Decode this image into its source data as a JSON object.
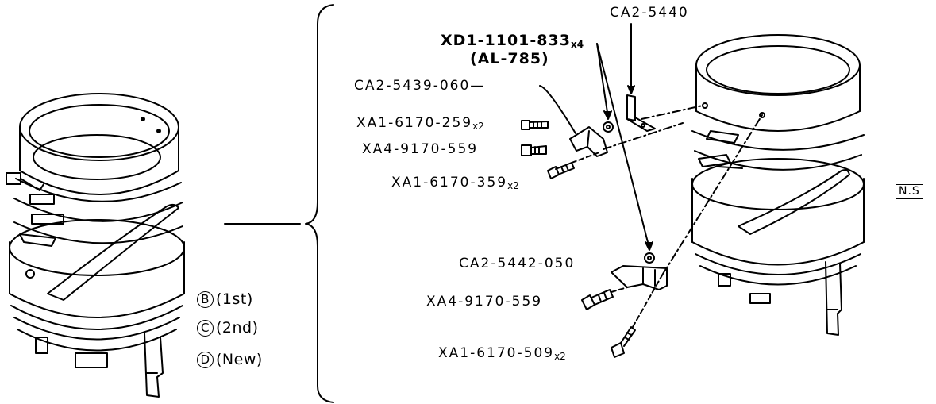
{
  "parts": {
    "part1": "CA2-5440",
    "part2_main": "XD1-1101-833",
    "part2_qty": "x4",
    "part2_sub": "(AL-785)",
    "part3": "CA2-5439-060",
    "part4_main": "XA1-6170-259",
    "part4_qty": "x2",
    "part5": "XA4-9170-559",
    "part6_main": "XA1-6170-359",
    "part6_qty": "x2",
    "part7": "CA2-5442-050",
    "part8": "XA4-9170-559",
    "part9_main": "XA1-6170-509",
    "part9_qty": "x2"
  },
  "badge": "N.S",
  "legend": [
    {
      "letter": "B",
      "text": "(1st)"
    },
    {
      "letter": "C",
      "text": "(2nd)"
    },
    {
      "letter": "D",
      "text": "(New)"
    }
  ]
}
